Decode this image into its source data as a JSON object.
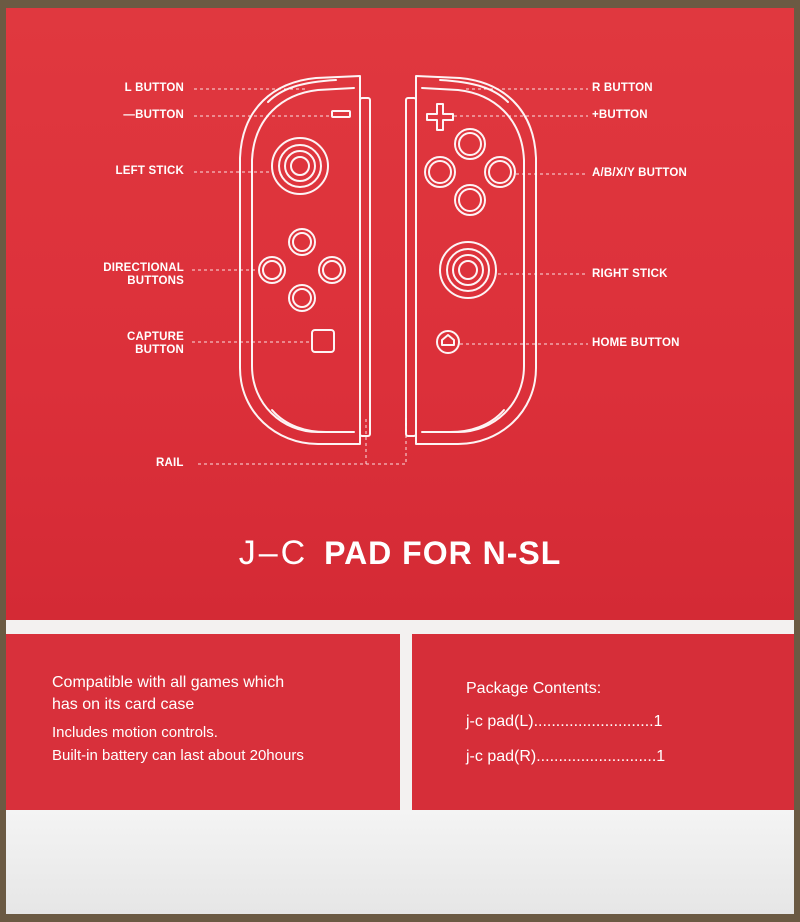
{
  "diagram": {
    "left_labels": {
      "l_button": "L BUTTON",
      "minus_button": "—BUTTON",
      "left_stick": "LEFT STICK",
      "directional_buttons": "DIRECTIONAL\nBUTTONS",
      "capture_button": "CAPTURE\nBUTTON",
      "rail": "RAIL"
    },
    "right_labels": {
      "r_button": "R BUTTON",
      "plus_button": "+BUTTON",
      "abxy_button": "A/B/X/Y BUTTON",
      "right_stick": "RIGHT STICK",
      "home_button": "HOME BUTTON"
    }
  },
  "product": {
    "brand": "J–C",
    "name": "PAD FOR N-SL"
  },
  "features": {
    "line1": "Compatible with all games which",
    "line2": "has on its card case",
    "line3": "Includes motion controls.",
    "line4": "Built-in battery can last about 20hours"
  },
  "package": {
    "heading": "Package Contents:",
    "items": [
      "j-c pad(L)...........................1",
      "j-c pad(R)...........................1"
    ]
  },
  "colors": {
    "box_red": "#dc303a",
    "line_white": "#ffffff",
    "stripe_white": "#f3f1f0"
  }
}
